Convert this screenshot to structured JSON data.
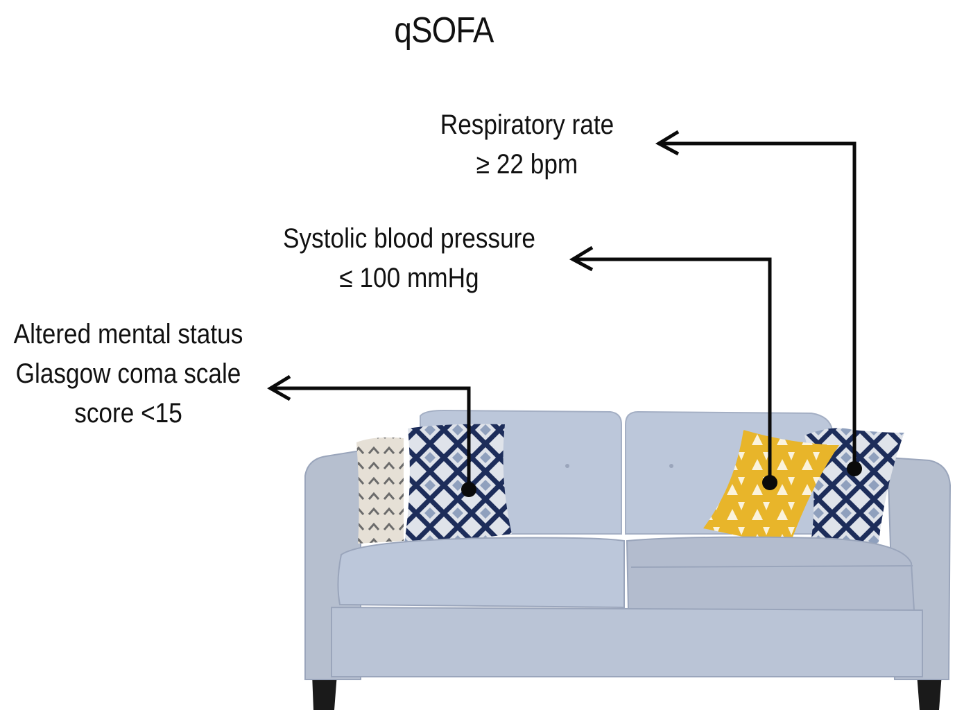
{
  "title": "qSOFA",
  "criteria": [
    {
      "name": "respiratory-rate",
      "lines": [
        "Respiratory rate",
        "≥ 22 bpm"
      ]
    },
    {
      "name": "systolic-blood-pressure",
      "lines": [
        "Systolic blood pressure",
        "≤ 100 mmHg"
      ]
    },
    {
      "name": "altered-mental-status",
      "lines": [
        "Altered mental status",
        "Glasgow coma scale",
        "score <15"
      ]
    }
  ],
  "colors": {
    "text": "#111111",
    "arrow": "#0a0a0a",
    "sofa": "#b9c3d6",
    "sofa_shadow": "#9aa5bb",
    "pillow_yellow": "#e8b52a",
    "pillow_navy": "#1d2d5a",
    "legs": "#1a1a1a"
  }
}
